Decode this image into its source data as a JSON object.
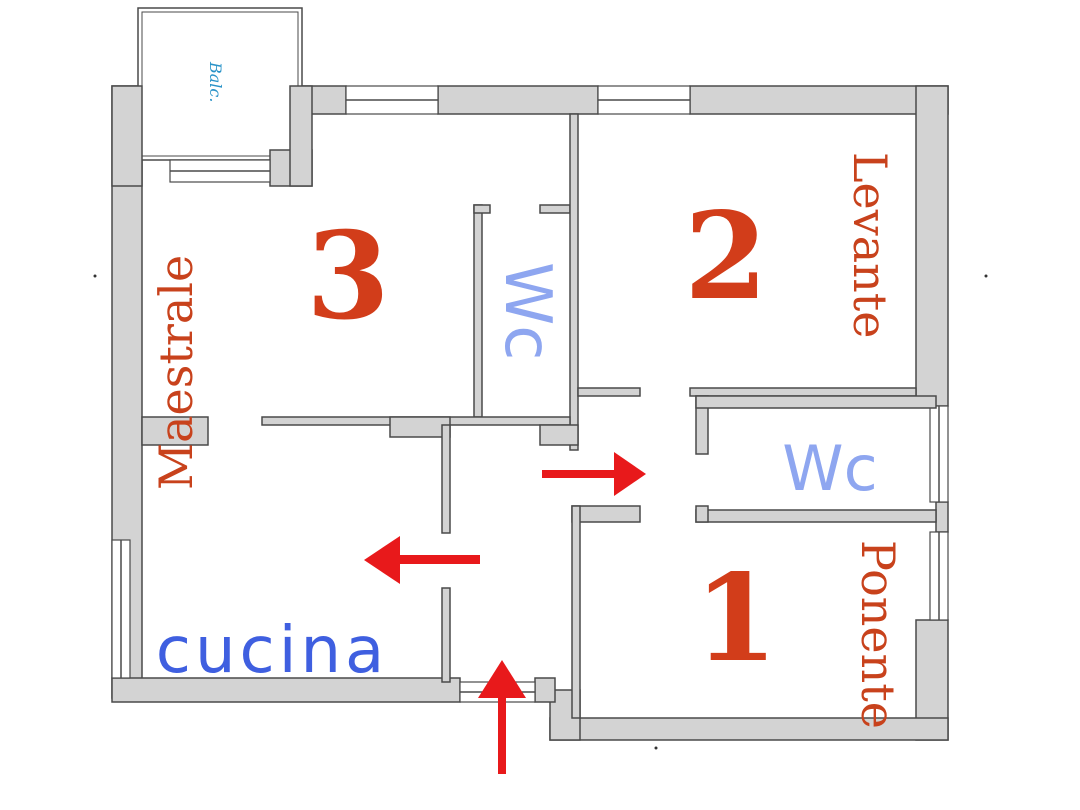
{
  "rooms": {
    "room1_number": "1",
    "room2_number": "2",
    "room3_number": "3",
    "room1_name": "Ponente",
    "room2_name": "Levante",
    "room3_name": "Maestrale",
    "bathroom_upper": "Wc",
    "bathroom_right": "Wc",
    "kitchen": "cucina",
    "balcony": "Balc."
  },
  "colors": {
    "room_number": "#d23d1a",
    "room_name": "#c8421c",
    "bathroom_label": "#8ea6f0",
    "kitchen_label": "#3f5fe0",
    "balcony_label": "#2a93c8",
    "arrows": "#e8191b",
    "walls": "#d3d3d3"
  },
  "icons": [
    "arrow-entrance-up",
    "arrow-right",
    "arrow-left"
  ]
}
